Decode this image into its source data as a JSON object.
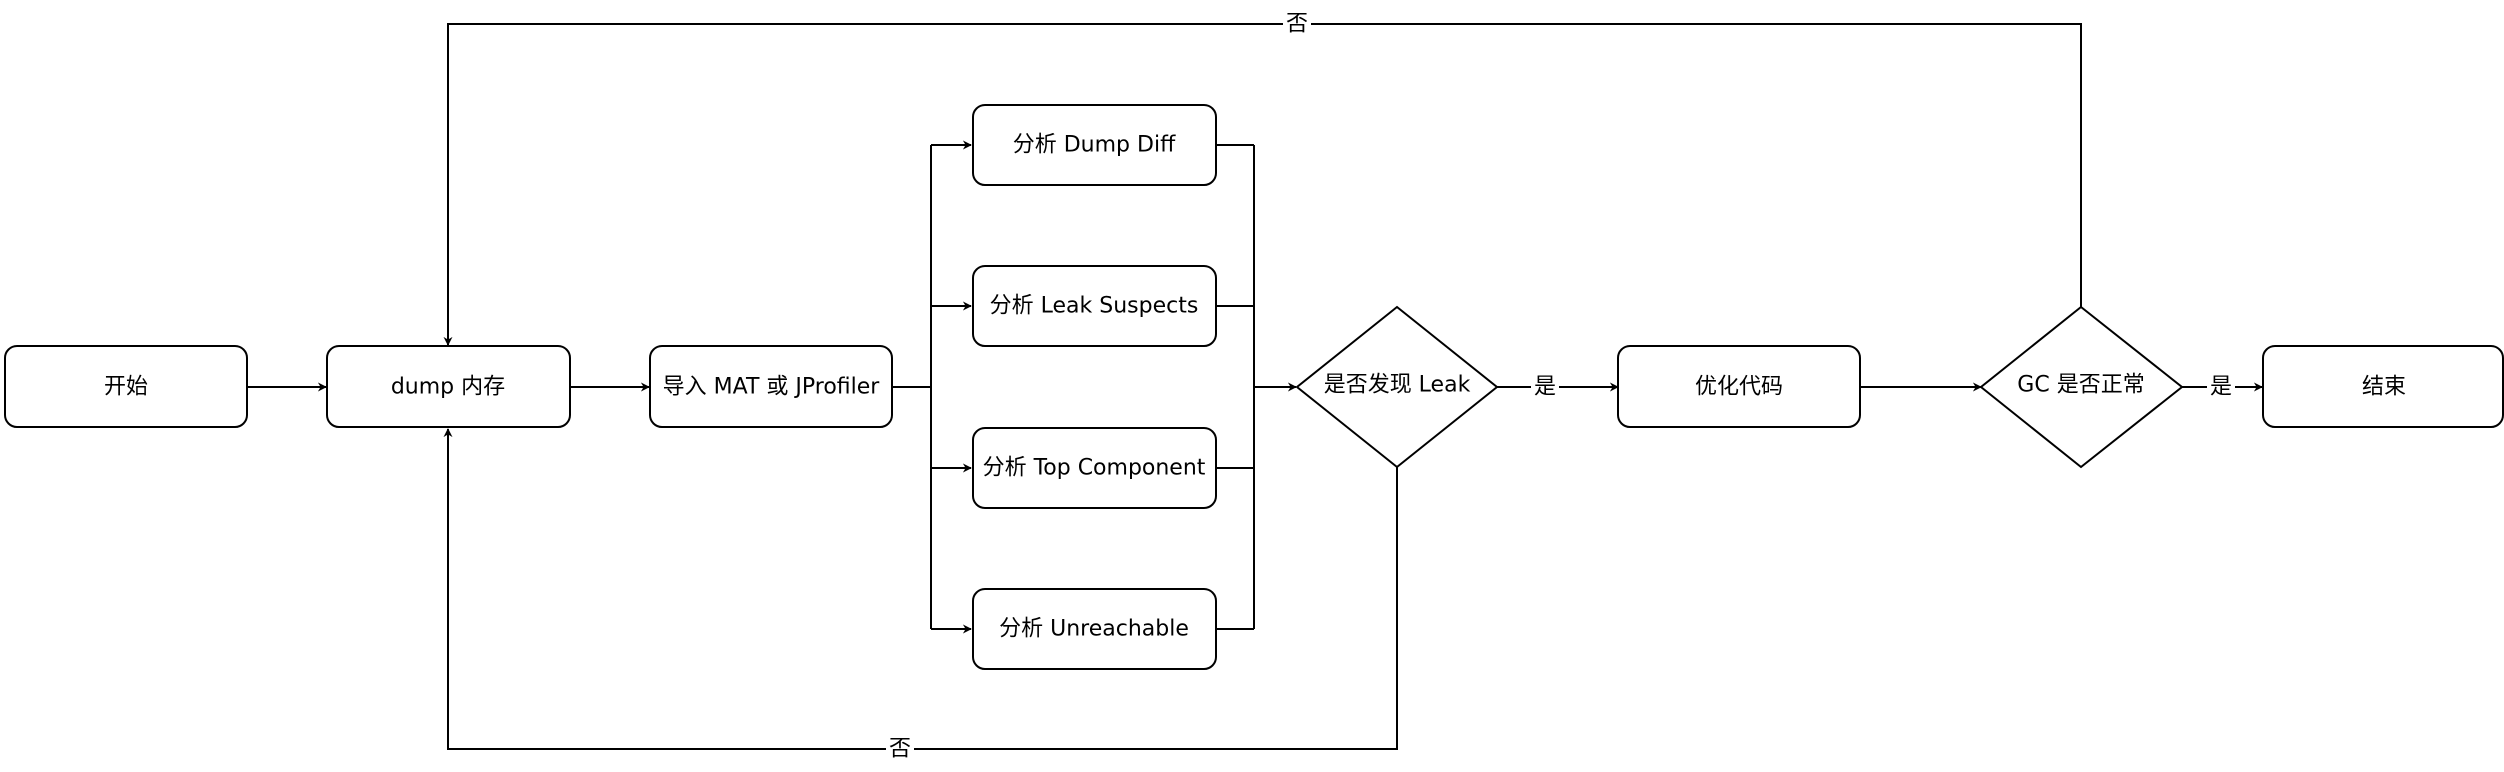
{
  "nodes": {
    "start": "开始",
    "dump": "dump 内存",
    "import": "导入 MAT 或 JProfiler",
    "diff": "分析 Dump Diff",
    "leak_suspects": "分析 Leak Suspects",
    "top_component": "分析 Top Component",
    "unreachable": "分析 Unreachable",
    "leak_decision": "是否发现 Leak",
    "optimize": "优化代码",
    "gc_decision": "GC 是否正常",
    "end": "结束"
  },
  "edge_labels": {
    "leak_yes": "是",
    "leak_no": "否",
    "gc_yes": "是",
    "gc_no": "否"
  }
}
